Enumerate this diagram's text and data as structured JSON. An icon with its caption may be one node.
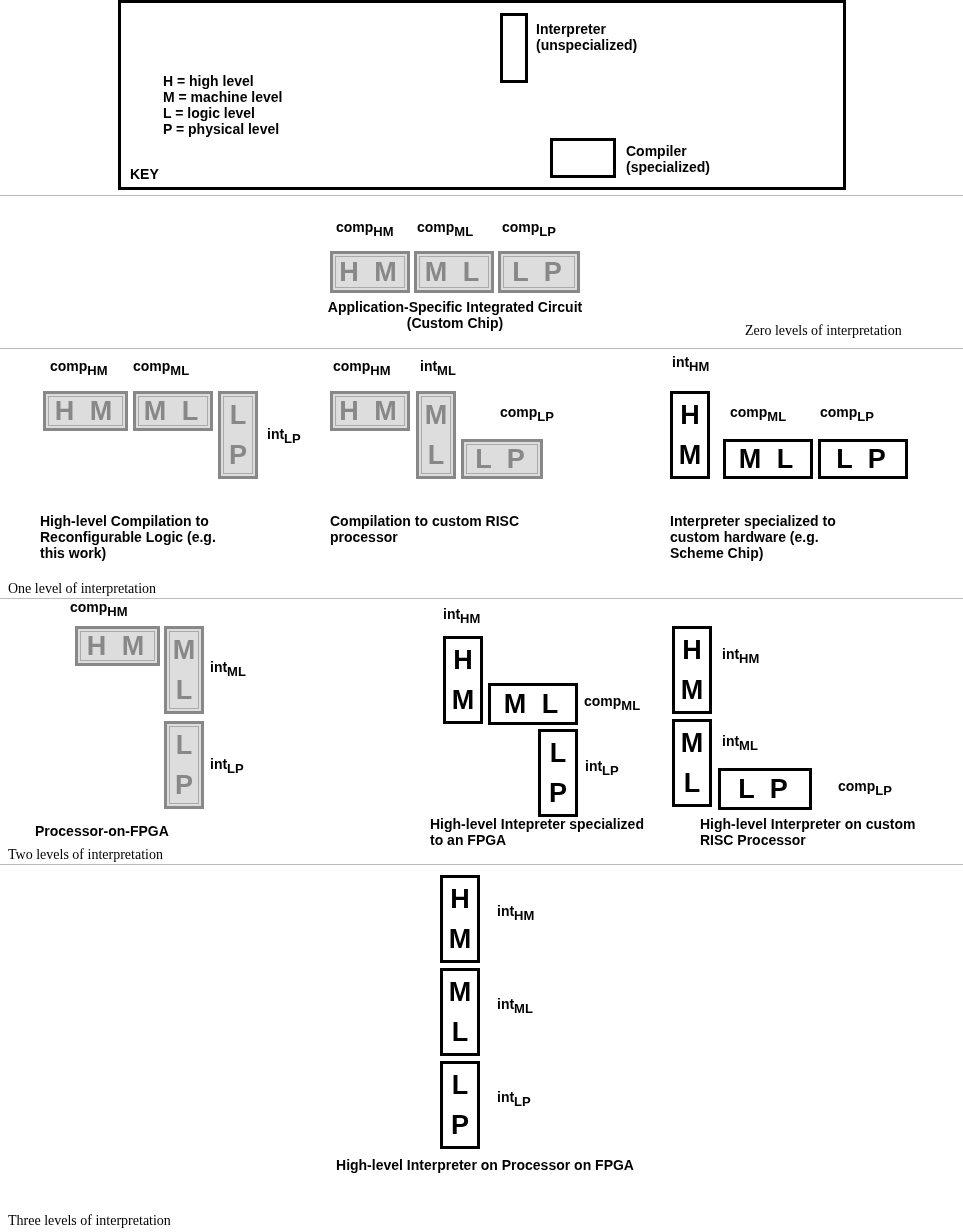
{
  "diagram": {
    "nodes": [
      {
        "text": [
          "H = high level",
          "M = machine level",
          "L = logic level",
          "P = physical level",
          "KEY"
        ]
      },
      {
        "text": [],
        "shape": "box",
        "in": 0,
        "beside": [
          "Interpreter (unspecialized)"
        ]
      },
      {
        "text": [],
        "shape": "box",
        "in": 0,
        "beside": [
          "Compiler (specialized)"
        ]
      },
      {
        "text": [
          "Application-Specific Integrated Circuit (Custom Chip)",
          "Zero levels of interpretation"
        ]
      },
      {
        "text": [
          "H M"
        ],
        "in": 3,
        "beside": [
          "comp$_{HM}$"
        ]
      },
      {
        "text": [
          "M L"
        ],
        "in": 3,
        "beside": [
          "comp$_{ML}$"
        ]
      },
      {
        "text": [
          "L P"
        ],
        "in": 3,
        "beside": [
          "comp$_{LP}$"
        ]
      },
      {
        "text": [
          "High-level Compilation to Reconfigurable Logic (e.g. this work)",
          "Compilation to custom RISC processor",
          "Interpreter specialized to custom hardware (e.g. Scheme Chip)",
          "One level of interpretation"
        ]
      },
      {
        "text": [
          "H M"
        ],
        "in": 7,
        "beside": [
          "comp$_{HM}$"
        ]
      },
      {
        "text": [
          "M L"
        ],
        "in": 7,
        "beside": [
          "comp$_{ML}$"
        ]
      },
      {
        "text": [
          "L P"
        ],
        "in": 7,
        "beside": [
          "int$_{LP}$"
        ]
      },
      {
        "text": [
          "H M"
        ],
        "in": 7,
        "beside": [
          "comp$_{HM}$"
        ]
      },
      {
        "text": [
          "M L"
        ],
        "in": 7,
        "beside": [
          "int$_{ML}$"
        ]
      },
      {
        "text": [
          "L P"
        ],
        "in": 7,
        "beside": [
          "comp$_{LP}$"
        ]
      },
      {
        "text": [
          "H M"
        ],
        "in": 7,
        "beside": [
          "int$_{HM}$"
        ]
      },
      {
        "text": [
          "M L"
        ],
        "in": 7,
        "beside": [
          "comp$_{ML}$"
        ]
      },
      {
        "text": [
          "L P"
        ],
        "in": 7,
        "beside": [
          "comp$_{LP}$"
        ]
      },
      {
        "text": [
          "Processor-on-FPGA",
          "High-level Intepreter specialized to an FPGA",
          "High-level Interpreter on custom RISC Processor",
          "Two levels of interpretation"
        ]
      },
      {
        "text": [
          "H M"
        ],
        "in": 17,
        "beside": [
          "comp$_{HM}$"
        ]
      },
      {
        "text": [
          "M L"
        ],
        "in": 17,
        "beside": [
          "int$_{ML}$"
        ]
      },
      {
        "text": [
          "L P"
        ],
        "in": 17,
        "beside": [
          "int$_{LP}$"
        ]
      },
      {
        "text": [
          "H M"
        ],
        "in": 17,
        "beside": [
          "int$_{HM}$"
        ]
      },
      {
        "text": [
          "M L"
        ],
        "in": 17,
        "beside": [
          "comp$_{ML}$"
        ]
      },
      {
        "text": [
          "L P"
        ],
        "in": 17,
        "beside": [
          "int$_{LP}$"
        ]
      },
      {
        "text": [
          "H M"
        ],
        "in": 17,
        "beside": [
          "int$_{HM}$"
        ]
      },
      {
        "text": [
          "M L"
        ],
        "in": 17,
        "beside": [
          "int$_{ML}$"
        ]
      },
      {
        "text": [
          "L P"
        ],
        "in": 17,
        "beside": [
          "comp$_{LP}$"
        ]
      },
      {
        "text": [
          "High-level Interpreter on Processor on FPGA",
          "Three levels of interpretation"
        ]
      },
      {
        "text": [
          "H M"
        ],
        "in": 27,
        "beside": [
          "int$_{HM}$"
        ]
      },
      {
        "text": [
          "M L"
        ],
        "in": 27,
        "beside": [
          "int$_{ML}$"
        ]
      },
      {
        "text": [
          "L P"
        ],
        "in": 27,
        "beside": [
          "int$_{LP}$"
        ]
      }
    ],
    "edges": []
  }
}
